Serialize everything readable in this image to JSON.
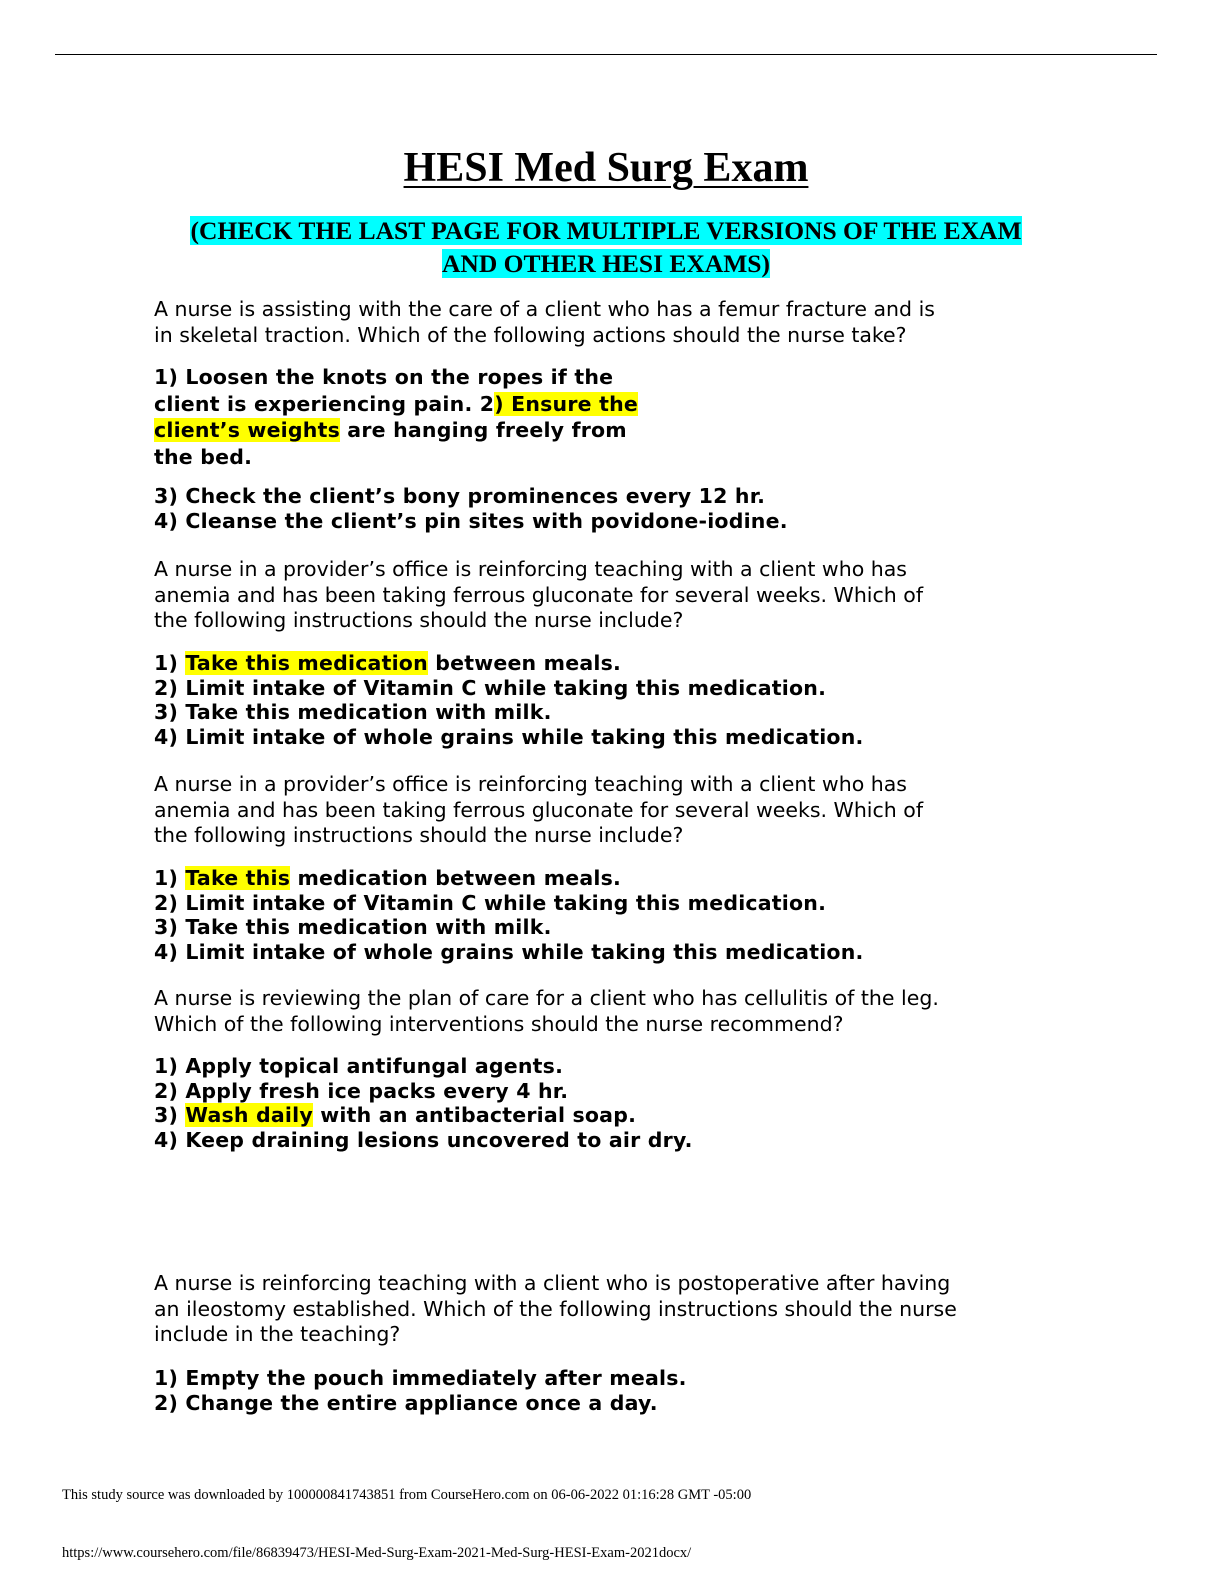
{
  "title": "HESI Med Surg Exam",
  "banner": {
    "line1": "(CHECK THE LAST PAGE FOR MULTIPLE VERSIONS OF THE EXAM",
    "line2": "AND OTHER HESI EXAMS)"
  },
  "q1": {
    "lines": [
      "A nurse is assisting with the care of a client who has a femur fracture and is",
      "in skeletal traction. Which of the following actions should the nurse take?"
    ],
    "opt_lines": [
      "1) Loosen the knots on the ropes if the",
      "client is experiencing pain. 2",
      ") Ensure the ",
      "client’s weights",
      " are hanging freely from",
      "the bed."
    ],
    "options2": [
      "3) Check the client’s bony prominences every 12 hr.",
      "4) Cleanse the client’s pin sites with povidone-iodine."
    ]
  },
  "q2": {
    "lines": [
      "A nurse in a provider’s office is reinforcing teaching with a client who has",
      "anemia and has been taking ferrous gluconate for several weeks. Which of",
      "the following instructions should the nurse include?"
    ],
    "opt1_prefix": "1) ",
    "opt1_highlight": "Take this medication",
    "opt1_rest": " between meals.",
    "options": [
      "2) Limit intake of Vitamin C while taking this medication.",
      "3) Take this medication with milk.",
      "4) Limit intake of whole grains while taking this medication."
    ]
  },
  "q3": {
    "lines": [
      "A nurse in a provider’s office is reinforcing teaching with a client who has",
      "anemia and has been taking ferrous gluconate for several weeks. Which of",
      "the following instructions should the nurse include?"
    ],
    "opt1_prefix": "1) ",
    "opt1_highlight": "Take this",
    "opt1_rest": " medication between meals.",
    "options": [
      "2) Limit intake of Vitamin C while taking this medication.",
      "3) Take this medication with milk.",
      "4) Limit intake of whole grains while taking this medication."
    ]
  },
  "q4": {
    "lines": [
      "A nurse is reviewing the plan of care for a client who has cellulitis of the leg.",
      "Which of the following interventions should the nurse recommend?"
    ],
    "options_before": [
      "1) Apply topical antifungal agents.",
      "2) Apply fresh ice packs every 4 hr."
    ],
    "opt3_prefix": "3) ",
    "opt3_highlight": "Wash daily",
    "opt3_rest": " with an antibacterial soap.",
    "options_after": [
      "4) Keep draining lesions uncovered to air dry."
    ]
  },
  "q5": {
    "lines": [
      "A nurse is reinforcing teaching with a client who is postoperative after having",
      "an ileostomy established. Which of the following instructions should the nurse",
      "include in the teaching?"
    ],
    "options": [
      "1) Empty the pouch immediately after meals.",
      "2) Change the entire appliance once a day."
    ]
  },
  "footer": {
    "note": "This study source was downloaded by 100000841743851 from CourseHero.com on 06-06-2022 01:16:28 GMT -05:00",
    "url": "https://www.coursehero.com/file/86839473/HESI-Med-Surg-Exam-2021-Med-Surg-HESI-Exam-2021docx/"
  },
  "colors": {
    "banner_highlight": "#00ffff",
    "answer_highlight": "#ffff00"
  }
}
